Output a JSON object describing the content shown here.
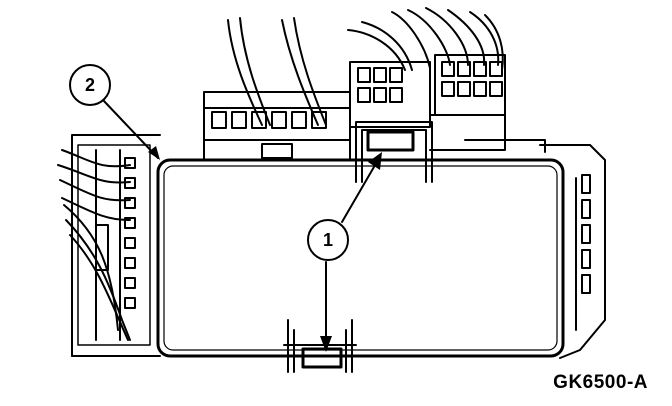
{
  "callouts": [
    {
      "label": "1",
      "target": "tabs"
    },
    {
      "label": "2",
      "target": "module"
    }
  ],
  "figure_id": "GK6500-A",
  "colors": {
    "ink": "#000000",
    "fill": "#ffffff"
  }
}
